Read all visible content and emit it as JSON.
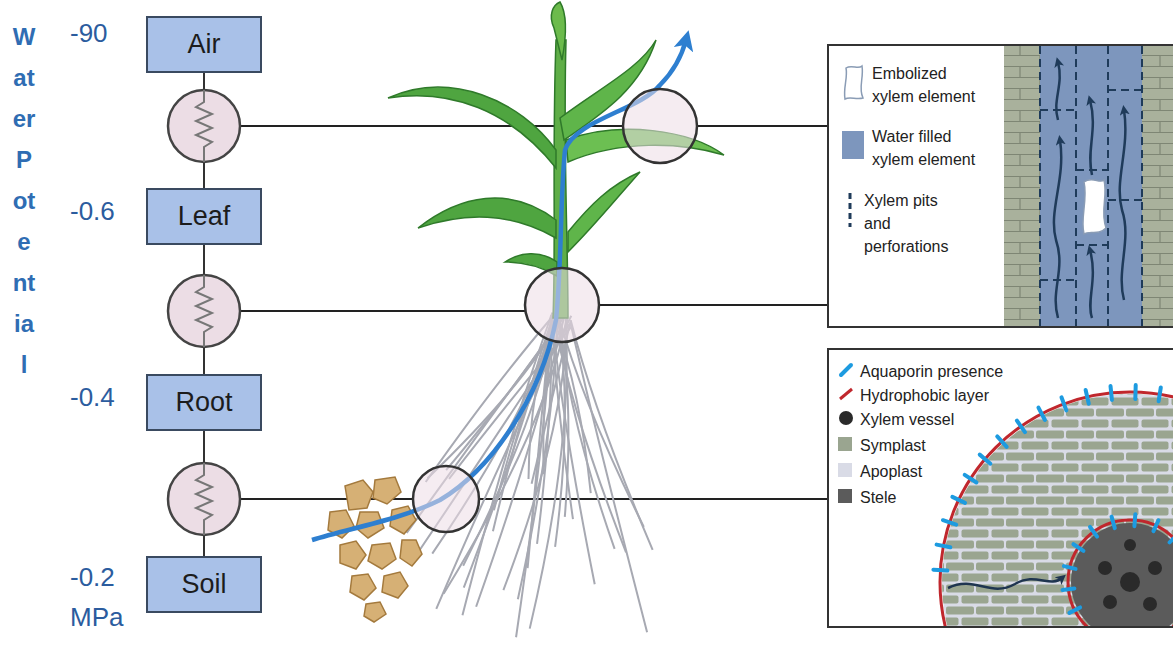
{
  "diagram": {
    "nodes": [
      {
        "text": [
          "Air"
        ]
      },
      {
        "text": [
          "Leaf"
        ]
      },
      {
        "text": [
          "Root"
        ]
      },
      {
        "text": [
          "Soil"
        ]
      }
    ],
    "edges": [
      {
        "from": 0,
        "to": 1,
        "arrow": "none"
      },
      {
        "from": 1,
        "to": 2,
        "arrow": "none"
      },
      {
        "from": 2,
        "to": 3,
        "arrow": "none"
      }
    ],
    "labels": [
      "Water Potential",
      "-90",
      "-0.6",
      "-0.4",
      "-0.2",
      "MPa"
    ],
    "legend": [
      {
        "text": "Embolized xylem element"
      },
      {
        "text": "Water filled xylem element",
        "color": "#7d96bd"
      },
      {
        "text": "Xylem pits and perforations"
      },
      {
        "text": "Aquaporin presence"
      },
      {
        "text": "Hydrophobic layer"
      },
      {
        "text": "Xylem vessel"
      },
      {
        "text": "Symplast",
        "color": "#9aa590"
      },
      {
        "text": "Apoplast",
        "color": "#d9dbe6"
      },
      {
        "text": "Stele",
        "color": "#5b5b5b"
      }
    ]
  }
}
